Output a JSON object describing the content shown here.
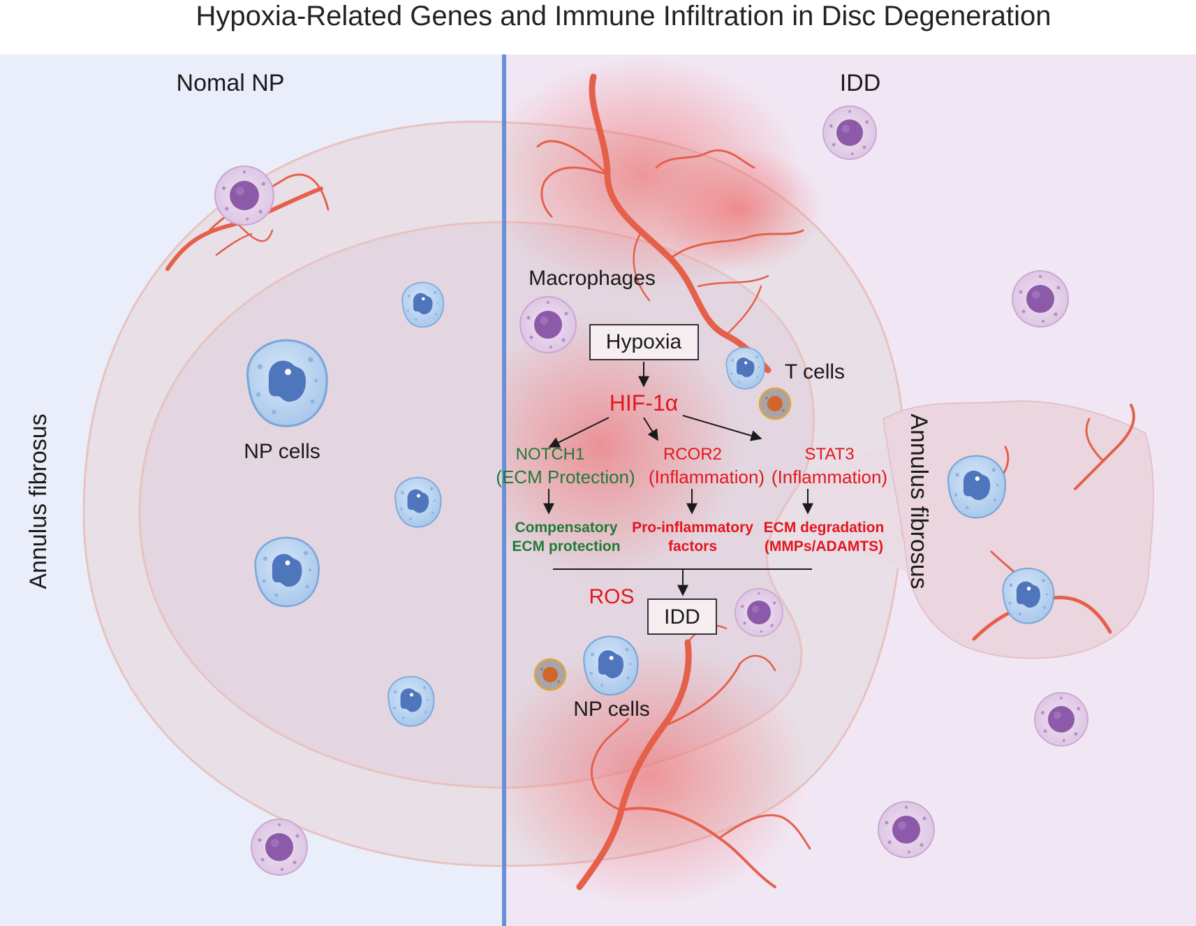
{
  "title": "Hypoxia-Related Genes and Immune Infiltration in Disc Degeneration",
  "left_panel": {
    "heading": "Nomal NP",
    "annulus_label": "Annulus fibrosus",
    "np_cells_label": "NP cells"
  },
  "right_panel": {
    "heading": "IDD",
    "annulus_label": "Annulus fibrosus",
    "macrophages_label": "Macrophages",
    "t_cells_label": "T cells",
    "np_cells_label": "NP cells"
  },
  "pathway": {
    "hypoxia": "Hypoxia",
    "hif": "HIF-1α",
    "notch1": "NOTCH1",
    "notch1_role": "(ECM Protection)",
    "rcor2": "RCOR2",
    "rcor2_role": "(Inflammation)",
    "stat3": "STAT3",
    "stat3_role": "(Inflammation)",
    "outcome_notch1_line1": "Compensatory",
    "outcome_notch1_line2": "ECM protection",
    "outcome_rcor2_line1": "Pro-inflammatory",
    "outcome_rcor2_line2": "factors",
    "outcome_stat3_line1": "ECM degradation",
    "outcome_stat3_line2": "(MMPs/ADAMTS)",
    "ros": "ROS",
    "idd": "IDD"
  },
  "colors": {
    "left_background": "#eaeefa",
    "right_background": "#f1e7f4",
    "divider": "#6b8fd6",
    "disc_outer": "#e9dfe7",
    "disc_inner": "#e3d6e0",
    "disc_stroke": "#e7c3c0",
    "vessel": "#e5604a",
    "inflammation_glow": "#f26a6a",
    "np_cell_fill": "#b7d3f0",
    "np_cell_nucleus": "#4f75bd",
    "macrophage_fill": "#e6d2ea",
    "macrophage_nucleus": "#8c5aa8",
    "t_cell_fill": "#a8a4a8",
    "t_cell_core": "#d0662a",
    "protective_text": "#1f7a3a",
    "inflammatory_text": "#e3161c",
    "neutral_text": "#1a1a1a"
  },
  "icons": [
    "np-cell-icon",
    "macrophage-icon",
    "t-cell-icon",
    "blood-vessel-icon"
  ]
}
